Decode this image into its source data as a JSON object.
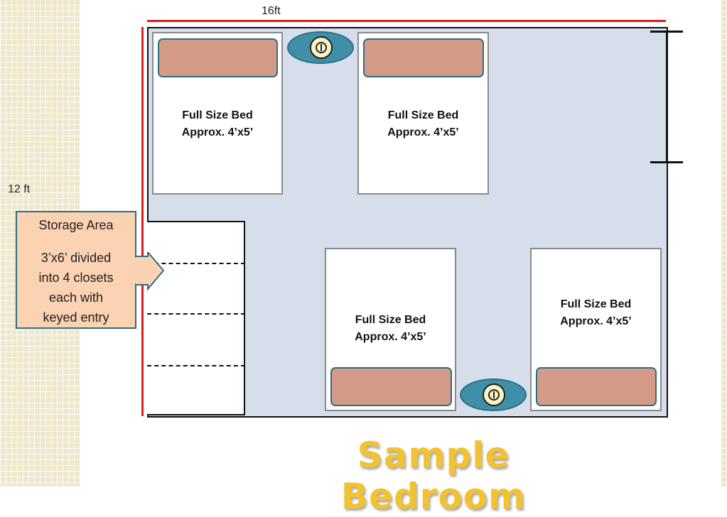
{
  "dimensions": {
    "width_label": "16ft",
    "height_label": "12 ft"
  },
  "beds": [
    {
      "line1": "Full Size Bed",
      "line2": "Approx. 4’x5’"
    },
    {
      "line1": "Full Size Bed",
      "line2": "Approx. 4’x5’"
    },
    {
      "line1": "Full Size Bed",
      "line2": "Approx. 4’x5’"
    },
    {
      "line1": "Full Size Bed",
      "line2": "Approx. 4’x5’"
    }
  ],
  "storage_callout": {
    "heading": "Storage Area",
    "line1": "3’x6’ divided",
    "line2": "into 4 closets",
    "line3": "each with",
    "line4": "keyed entry"
  },
  "title": "Sample Bedroom",
  "colors": {
    "room_floor": "#d7deeb",
    "dimension_line": "#d81e1e",
    "pillow": "#d49a88",
    "nightstand": "#3f8fa8",
    "callout": "#fbd2b2",
    "title": "#f3c232"
  }
}
